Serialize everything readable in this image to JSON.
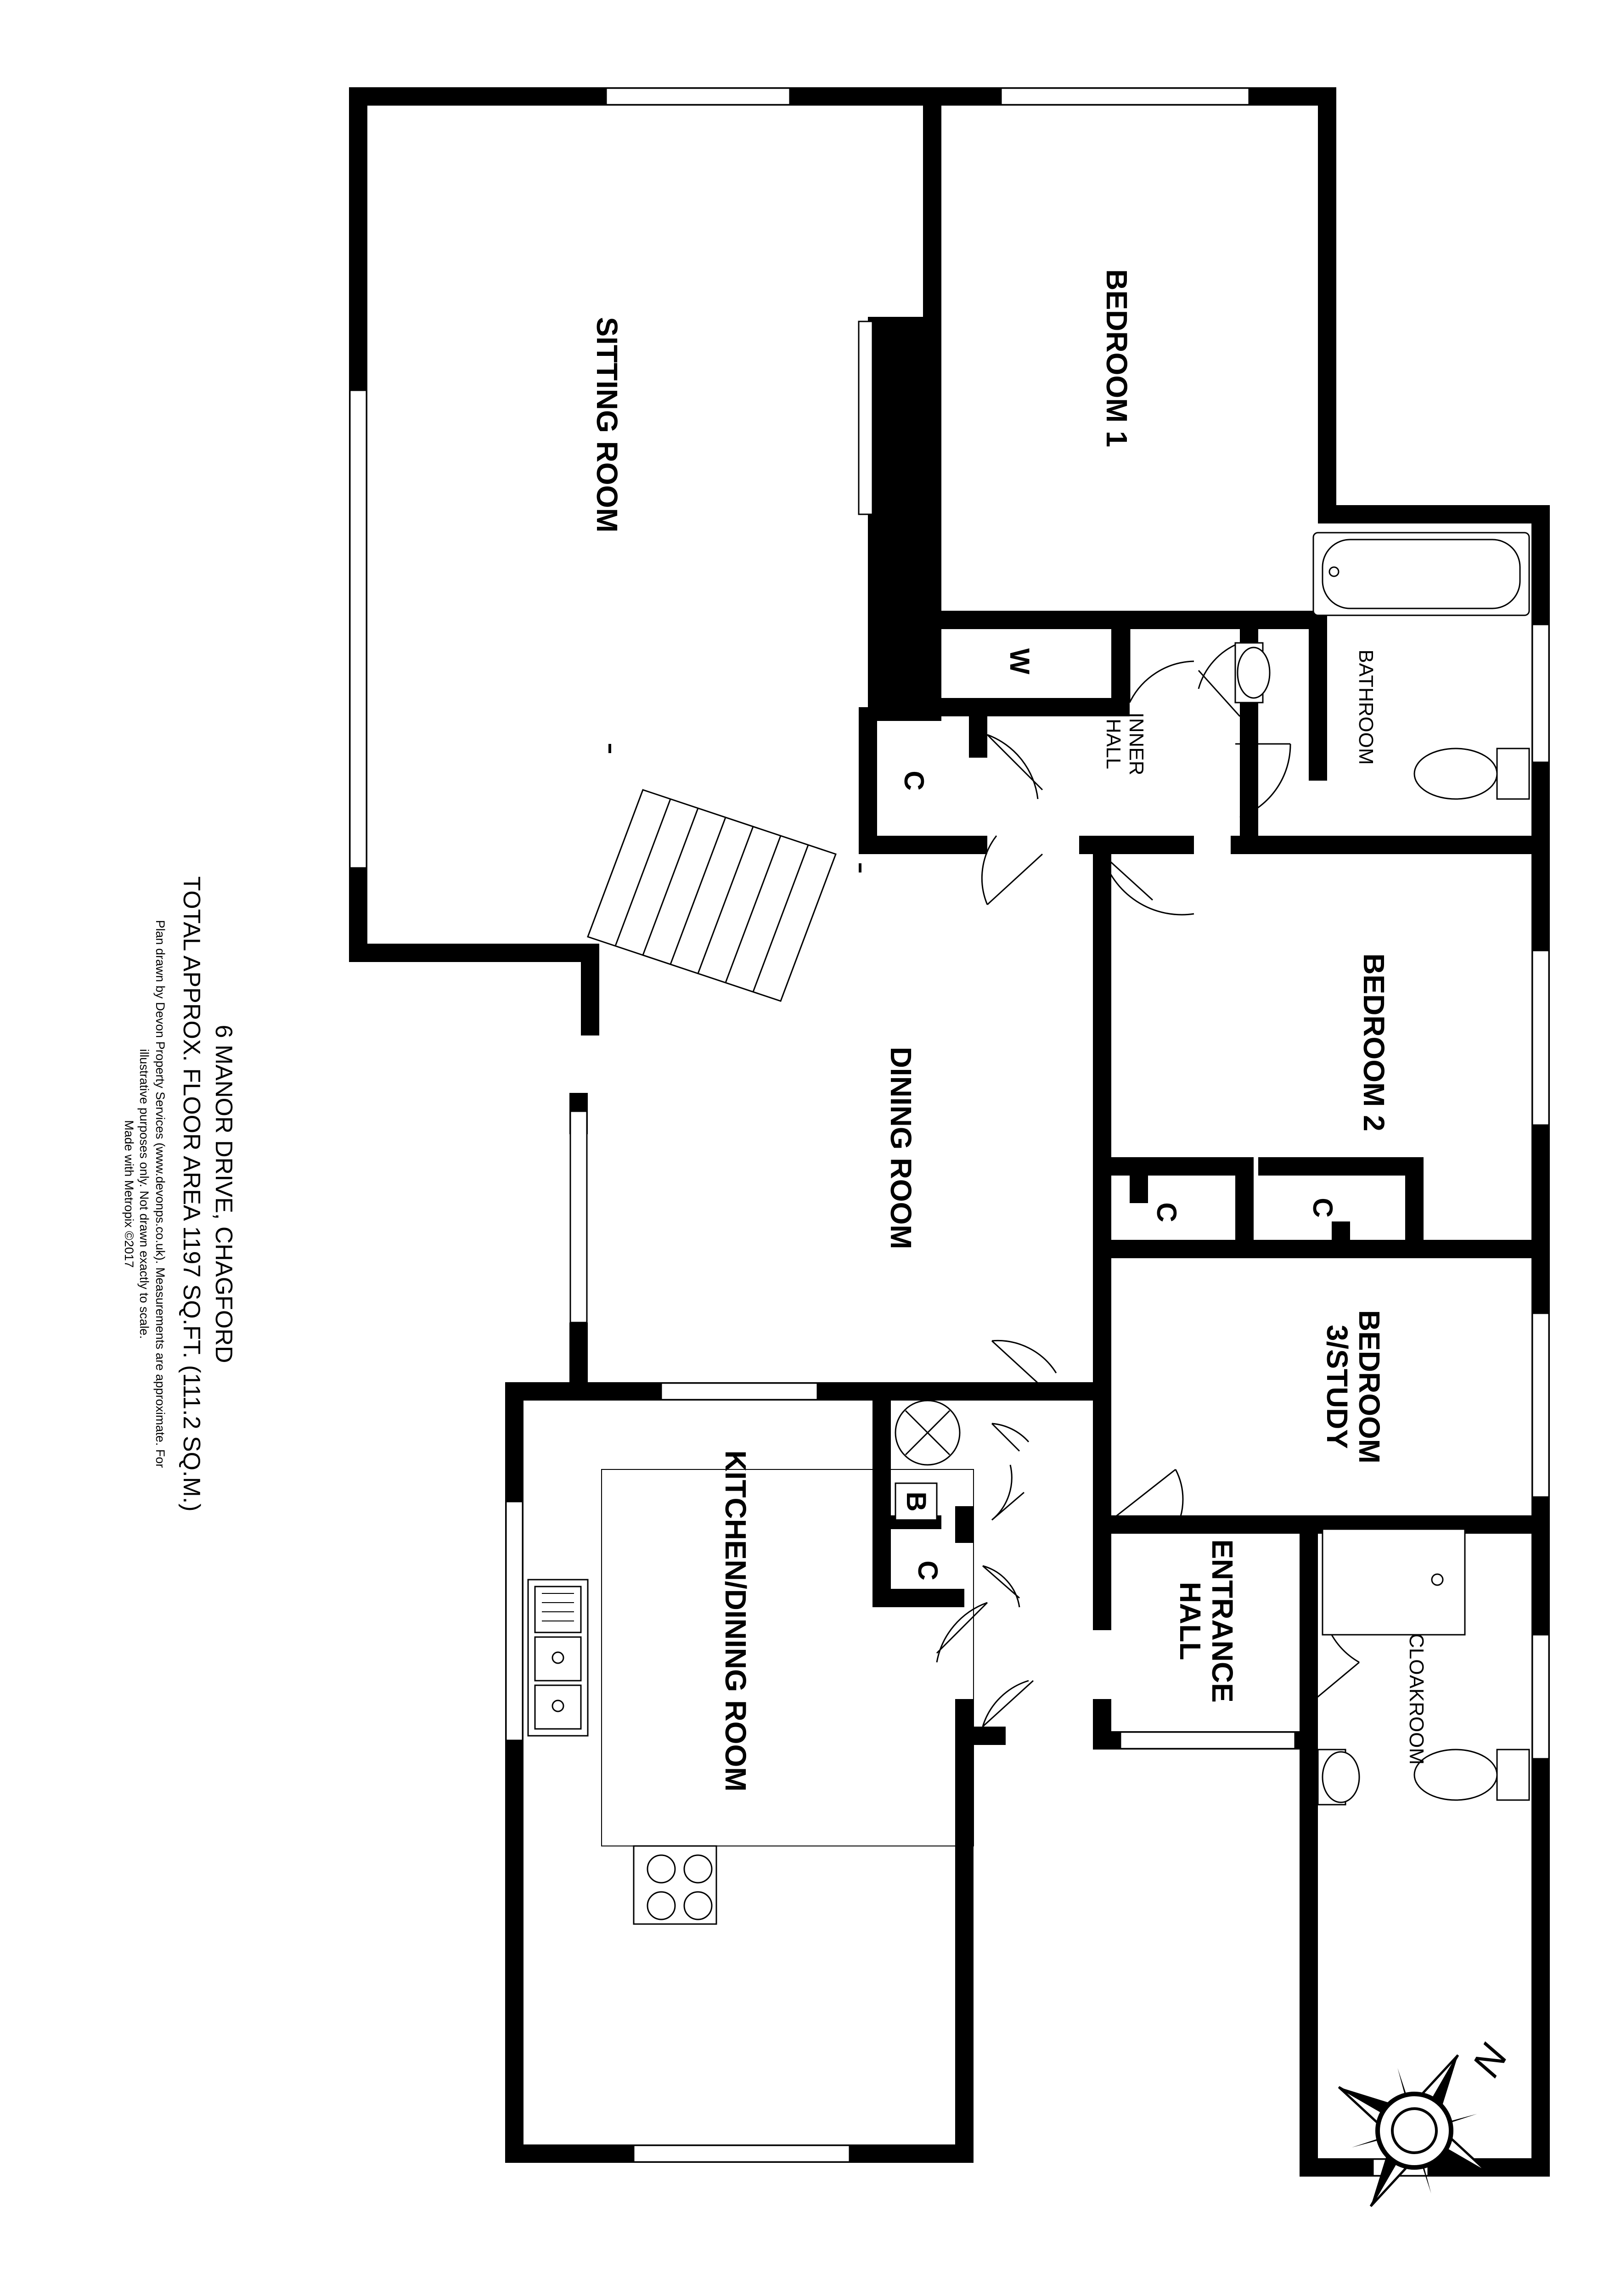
{
  "rooms": {
    "sitting_room": "SITTING ROOM",
    "bedroom_1": "BEDROOM 1",
    "bathroom": "BATHROOM",
    "inner_hall_1": "INNER",
    "inner_hall_2": "HALL",
    "wardrobe": "W",
    "cupboard": "C",
    "bedroom_2": "BEDROOM 2",
    "dining_room": "DINING ROOM",
    "bedroom_3_1": "BEDROOM",
    "bedroom_3_2": "3/STUDY",
    "kitchen": "KITCHEN/DINING ROOM",
    "boiler": "B",
    "entrance_hall_1": "ENTRANCE",
    "entrance_hall_2": "HALL",
    "cloakroom": "CLOAKROOM"
  },
  "caption": {
    "address": "6 MANOR DRIVE, CHAGFORD",
    "area": "TOTAL APPROX. FLOOR AREA 1197 SQ.FT. (111.2 SQ.M.)",
    "credit_1": "Plan drawn by Devon Property Services (www.devonps.co.uk). Measurements are approximate. For",
    "credit_2": "illustrative purposes only. Not drawn exactly to scale.",
    "credit_3": "Made with Metropix ©2017"
  },
  "compass": {
    "north": "N",
    "icon": "compass-rose-icon"
  }
}
